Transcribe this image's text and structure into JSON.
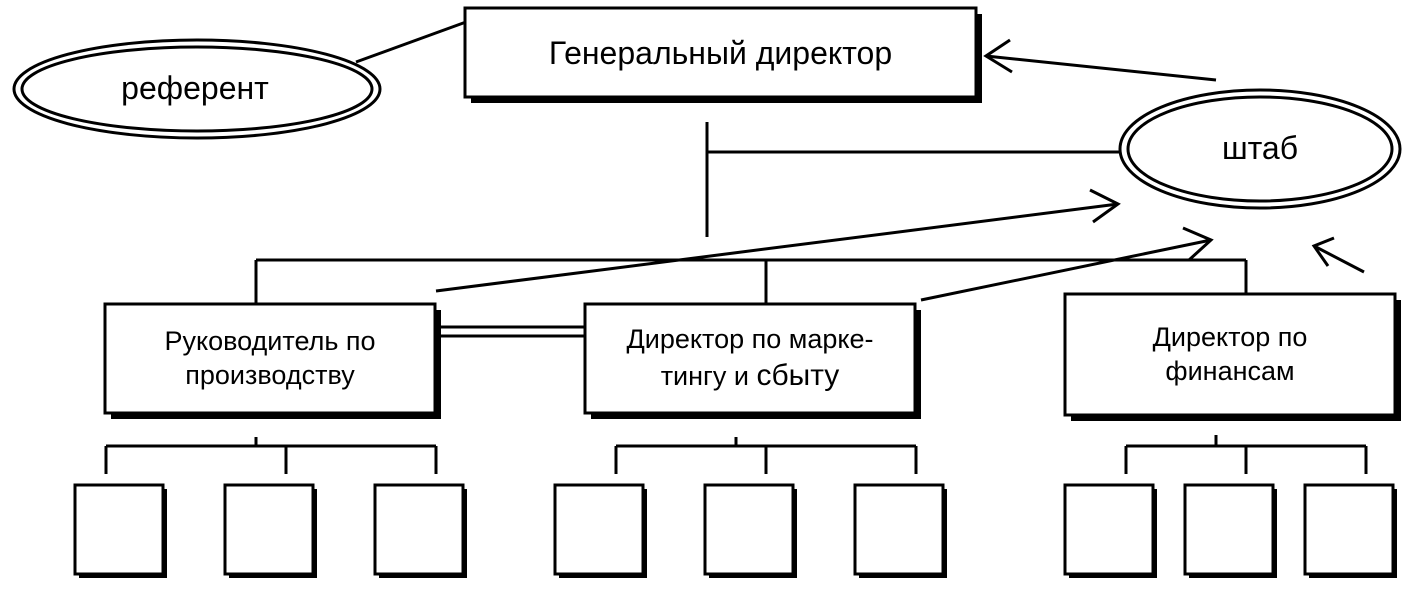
{
  "colors": {
    "stroke": "#000000",
    "background": "#ffffff",
    "shadow": "#000000"
  },
  "general_director": {
    "label": "Генеральный директор"
  },
  "referent": {
    "label": "референт"
  },
  "staff": {
    "label": "штаб"
  },
  "managers": [
    {
      "key": "production",
      "label": "Руководитель по\nпроизводству"
    },
    {
      "key": "marketing",
      "label_line1": "Директор по марке-",
      "label_line2a": "тингу и ",
      "label_line2b": "сбыту"
    },
    {
      "key": "finance",
      "label": "Директор по\nфинансам"
    }
  ],
  "subordinate_units_per_manager": 3
}
